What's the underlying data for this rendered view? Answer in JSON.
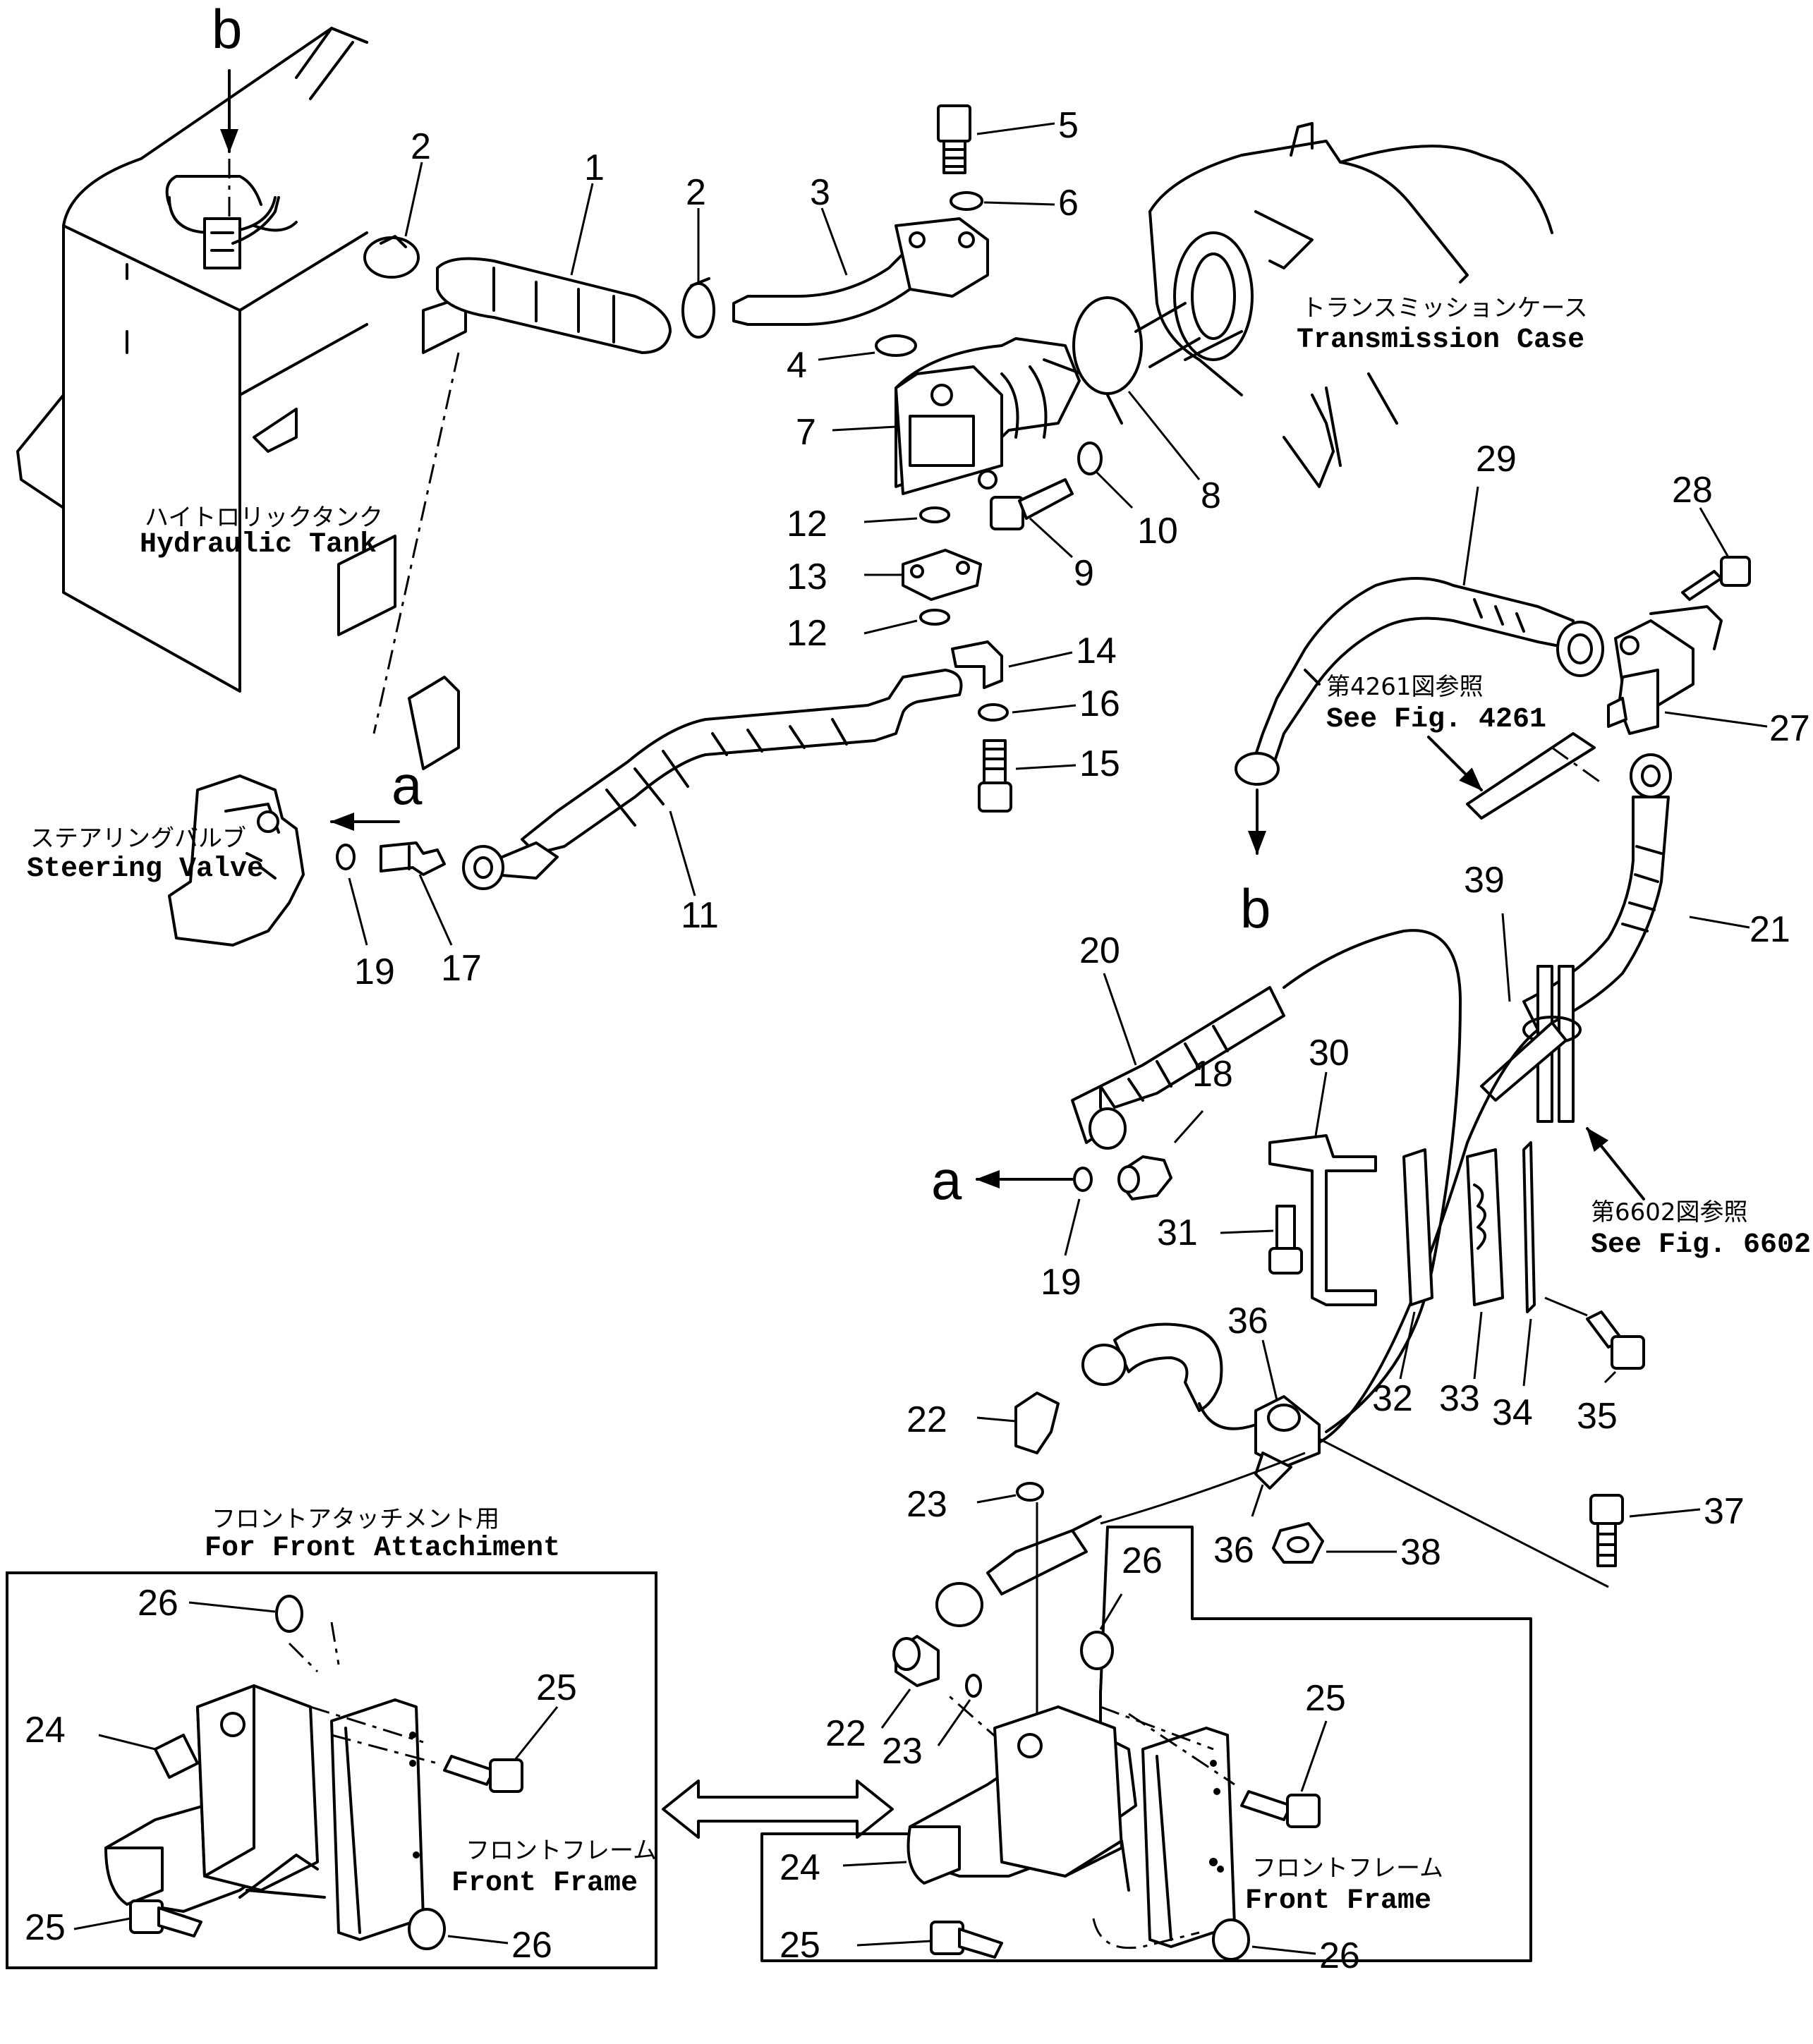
{
  "labels": {
    "hydraulic_tank_jp": "ハイトロリックタンク",
    "hydraulic_tank": "Hydraulic Tank",
    "transmission_case_jp": "トランスミッションケース",
    "transmission_case": "Transmission Case",
    "steering_valve_jp": "ステアリングバルブ",
    "steering_valve": "Steering Valve",
    "front_attachment_jp": "フロントアタッチメント用",
    "front_attachment": "For Front Attachiment",
    "front_frame_jp": "フロントフレーム",
    "front_frame": "Front Frame"
  },
  "references": {
    "fig_4261_jp": "第4261図参照",
    "fig_4261": "See Fig. 4261",
    "fig_6602_jp": "第6602図参照",
    "fig_6602": "See Fig. 6602"
  },
  "markers": {
    "a": "a",
    "b": "b"
  },
  "callouts": {
    "1": "1",
    "2": "2",
    "3": "3",
    "4": "4",
    "5": "5",
    "6": "6",
    "7": "7",
    "8": "8",
    "9": "9",
    "10": "10",
    "11": "11",
    "12": "12",
    "13": "13",
    "14": "14",
    "15": "15",
    "16": "16",
    "17": "17",
    "18": "18",
    "19": "19",
    "20": "20",
    "21": "21",
    "22": "22",
    "23": "23",
    "24": "24",
    "25": "25",
    "26": "26",
    "27": "27",
    "28": "28",
    "29": "29",
    "30": "30",
    "31": "31",
    "32": "32",
    "33": "33",
    "34": "34",
    "35": "35",
    "36": "36",
    "37": "37",
    "38": "38",
    "39": "39"
  }
}
